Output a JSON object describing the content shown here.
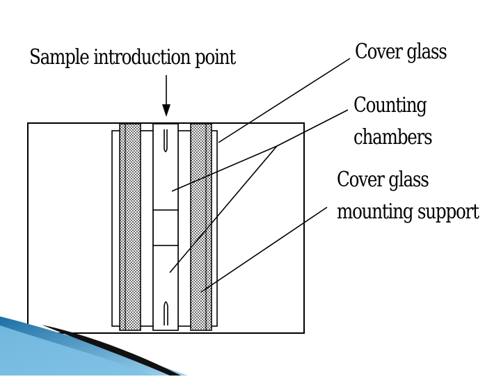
{
  "labels": {
    "sample_introduction_point": "Sample introduction point",
    "cover_glass": "Cover glass",
    "counting_chambers_line1": "Counting",
    "counting_chambers_line2": "chambers",
    "mounting_support_line1": "Cover glass",
    "mounting_support_line2": "mounting support"
  },
  "colors": {
    "line": "#000000",
    "stipple": "#000000",
    "accent_blue": "#2b7fb3",
    "accent_blue_light": "#8fc6e4"
  }
}
